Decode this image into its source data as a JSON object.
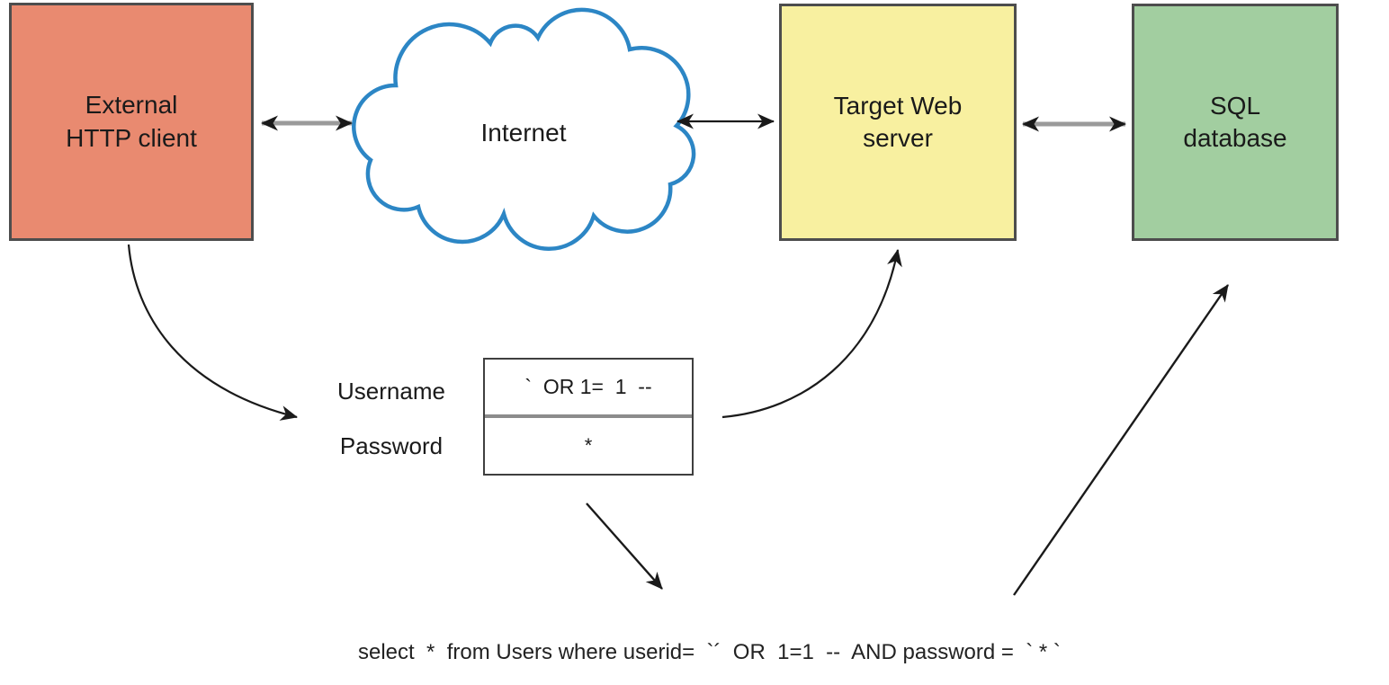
{
  "nodes": {
    "client": {
      "line1": "External",
      "line2": "HTTP client"
    },
    "internet": {
      "label": "Internet"
    },
    "web_server": {
      "line1": "Target Web",
      "line2": "server"
    },
    "sql_database": {
      "line1": "SQL",
      "line2": "database"
    }
  },
  "form": {
    "username_label": "Username",
    "username_value": "`  OR 1=  1  --",
    "password_label": "Password",
    "password_value": "*"
  },
  "query_text": "select  *  from Users where userid=  `´  OR  1=1  --  AND password =  ` * `",
  "colors": {
    "client_fill": "#E98A70",
    "web_server_fill": "#F8F0A0",
    "sql_database_fill": "#A2CEA0",
    "cloud_stroke": "#2C86C5",
    "box_border": "#4D4D4D",
    "arrow_gray": "#9A9A9A",
    "arrow_black": "#1A1A1A"
  }
}
